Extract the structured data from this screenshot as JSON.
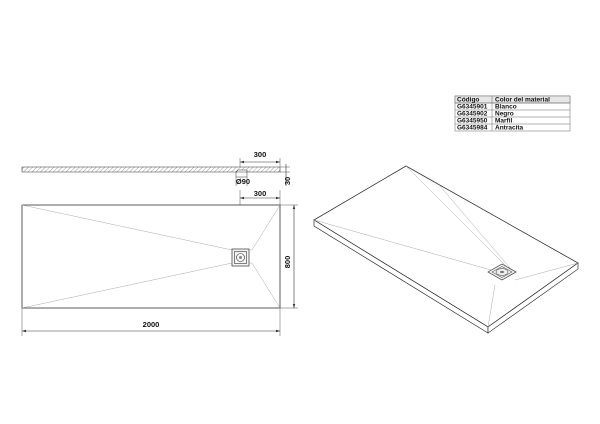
{
  "table": {
    "headers": [
      "Código",
      "Color del material"
    ],
    "rows": [
      [
        "G6345901",
        "Blanco"
      ],
      [
        "G6345902",
        "Negro"
      ],
      [
        "G6345950",
        "Marfil"
      ],
      [
        "G6345984",
        "Antracita"
      ]
    ]
  },
  "dimensions": {
    "drain_offset_top": "300",
    "drain_offset_plan": "300",
    "thickness": "30",
    "drain_diameter": "Ø90",
    "width": "800",
    "length": "2000"
  }
}
